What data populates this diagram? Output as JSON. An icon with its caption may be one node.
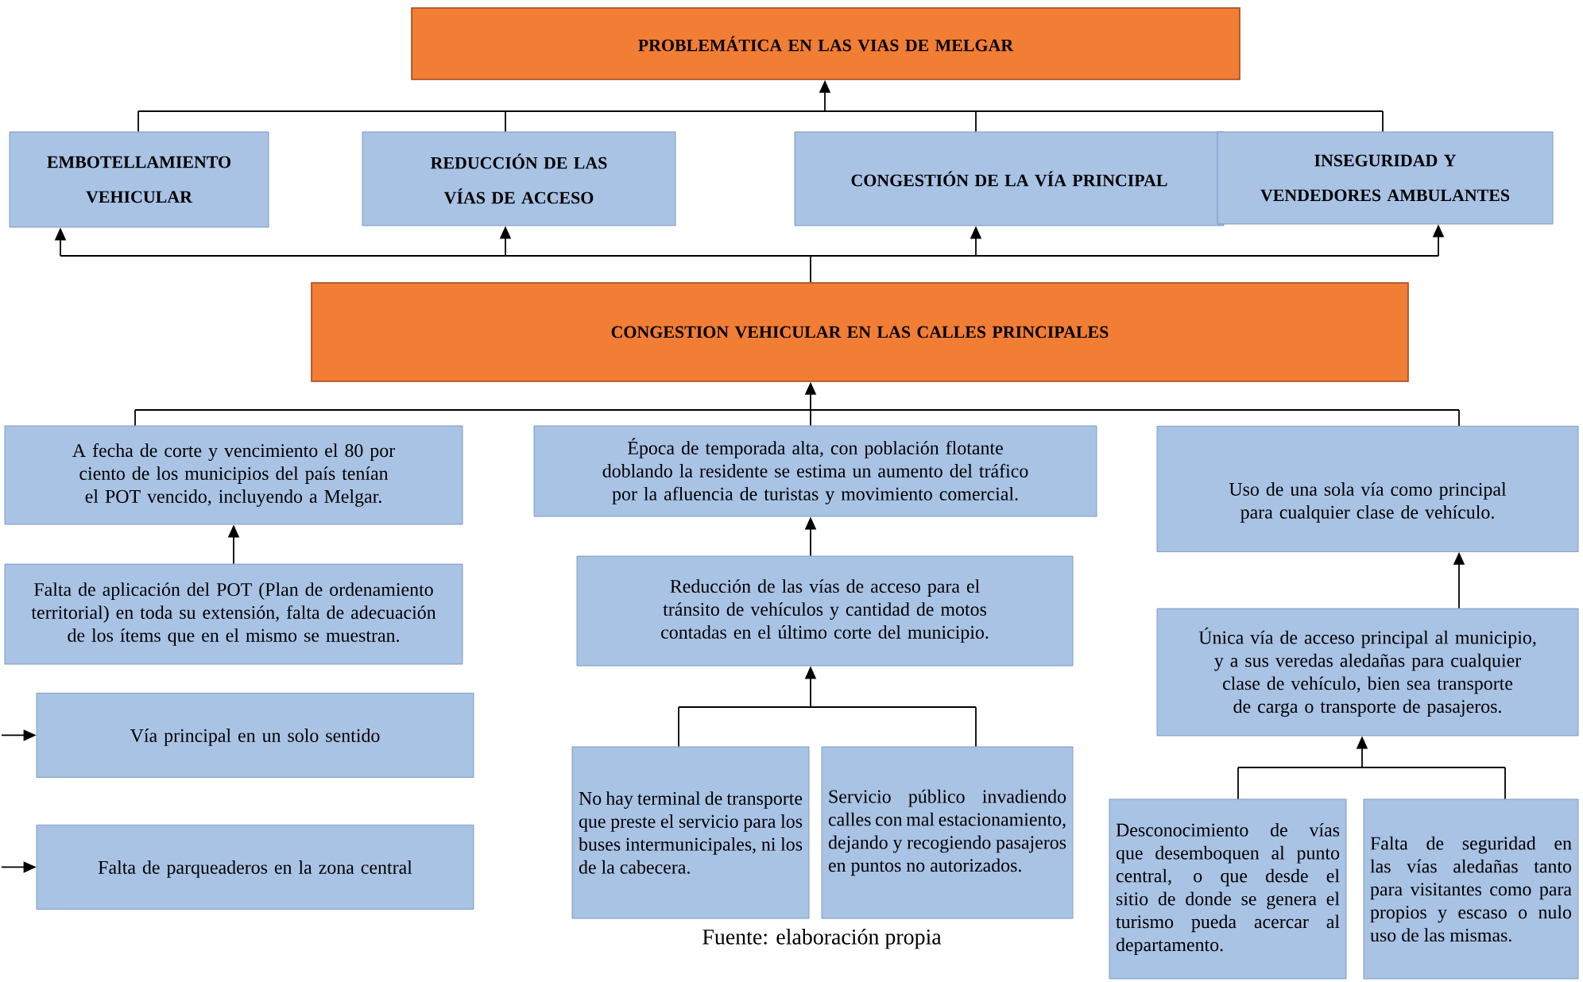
{
  "diagram": {
    "caption": "Fuente: elaboración propia",
    "nodes": [
      {
        "text": [
          "PROBLEMÁTICA EN LAS VIAS DE MELGAR"
        ]
      },
      {
        "text": [
          "EMBOTELLAMIENTO VEHICULAR"
        ]
      },
      {
        "text": [
          "REDUCCIÓN DE LAS VÍAS DE ACCESO"
        ]
      },
      {
        "text": [
          "CONGESTIÓN DE LA VÍA PRINCIPAL"
        ]
      },
      {
        "text": [
          "INSEGURIDAD Y VENDEDORES AMBULANTES"
        ]
      },
      {
        "text": [
          "CONGESTION VEHICULAR EN LAS CALLES PRINCIPALES"
        ]
      },
      {
        "text": [
          "A fecha de corte y vencimiento el 80 por ciento de los municipios del país tenían el POT vencido, incluyendo a Melgar."
        ]
      },
      {
        "text": [
          "Falta de aplicación del POT (Plan de ordenamiento territorial) en toda su extensión, falta de adecuación de los ítems que en el mismo se muestran."
        ]
      },
      {
        "text": [
          "Vía principal en un solo sentido"
        ]
      },
      {
        "text": [
          "Falta de parqueaderos en la zona central"
        ]
      },
      {
        "text": [
          "Época de temporada alta, con población flotante doblando la residente se estima un aumento del tráfico por la afluencia de turistas y movimiento comercial."
        ]
      },
      {
        "text": [
          "Reducción de las vías de acceso para el tránsito de vehículos y cantidad de motos contadas en el último corte del municipio."
        ]
      },
      {
        "text": [
          "No hay terminal de transporte que preste el servicio para los buses intermunicipales, ni los de la cabecera."
        ]
      },
      {
        "text": [
          "Servicio público invadiendo calles con mal estacionamiento, dejando y recogiendo pasajeros en puntos no autorizados."
        ]
      },
      {
        "text": [
          "Uso de una sola vía como principal para cualquier clase de vehículo."
        ]
      },
      {
        "text": [
          "Única vía de acceso principal al municipio, y a sus veredas aledañas para cualquier clase de vehículo, bien sea transporte de carga o transporte de pasajeros."
        ]
      },
      {
        "text": [
          "Desconocimiento de vías que desemboquen al punto central, o que desde el sitio de donde se genera el turismo pueda acercar al departamento."
        ]
      },
      {
        "text": [
          "Falta de seguridad en las vías aledañas tanto para visitantes como para propios y escaso o nulo uso de las mismas."
        ]
      }
    ],
    "edges": [
      {
        "from": 1,
        "to": 0,
        "arrow": "to"
      },
      {
        "from": 2,
        "to": 0,
        "arrow": "to"
      },
      {
        "from": 3,
        "to": 0,
        "arrow": "to"
      },
      {
        "from": 4,
        "to": 0,
        "arrow": "to"
      },
      {
        "from": 5,
        "to": 1,
        "arrow": "to"
      },
      {
        "from": 5,
        "to": 2,
        "arrow": "to"
      },
      {
        "from": 5,
        "to": 3,
        "arrow": "to"
      },
      {
        "from": 5,
        "to": 4,
        "arrow": "to"
      },
      {
        "from": 6,
        "to": 5,
        "arrow": "to"
      },
      {
        "from": 10,
        "to": 5,
        "arrow": "to"
      },
      {
        "from": 14,
        "to": 5,
        "arrow": "to"
      },
      {
        "from": 7,
        "to": 6,
        "arrow": "to"
      },
      {
        "from": null,
        "to": 8,
        "arrow": "to"
      },
      {
        "from": null,
        "to": 9,
        "arrow": "to"
      },
      {
        "from": 11,
        "to": 10,
        "arrow": "to"
      },
      {
        "from": 12,
        "to": 11,
        "arrow": "to"
      },
      {
        "from": 13,
        "to": 11,
        "arrow": "to"
      },
      {
        "from": 15,
        "to": 14,
        "arrow": "to"
      },
      {
        "from": 16,
        "to": 15,
        "arrow": "to"
      },
      {
        "from": 17,
        "to": 15,
        "arrow": "to"
      }
    ]
  }
}
